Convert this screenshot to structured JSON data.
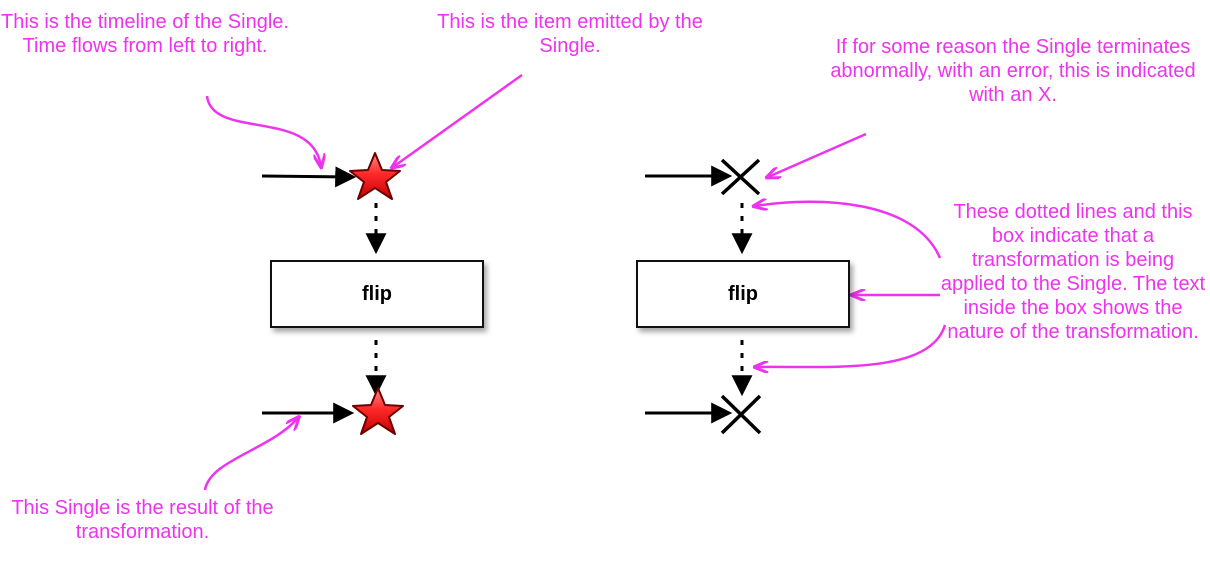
{
  "colors": {
    "annotation": "#ee33ee",
    "line": "#000000",
    "star_fill": "#ff2222",
    "star_stroke": "#8a0000"
  },
  "annotations": {
    "timeline": "This is the timeline of the Single. Time flows from left to right.",
    "item": "This is the item emitted by the Single.",
    "error": "If for some reason the Single terminates abnormally, with an error, this is indicated with an X.",
    "transformation": "These dotted lines and this box indicate that a transformation is being applied to the Single. The text inside the box shows the nature of the transformation.",
    "result": "This Single is the result of the transformation."
  },
  "operators": {
    "left": "flip",
    "right": "flip"
  },
  "icons": {
    "item": "star-icon",
    "error": "x-mark-icon"
  }
}
